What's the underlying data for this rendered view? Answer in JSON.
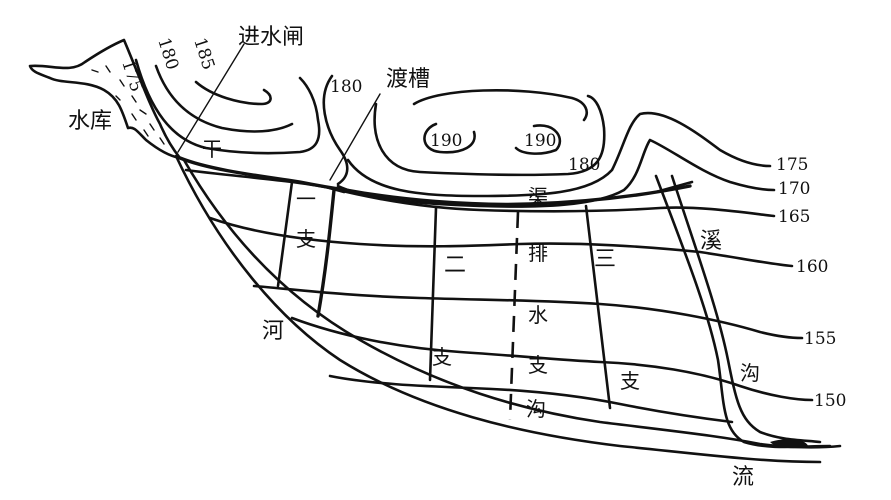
{
  "labels": {
    "reservoir": "水库",
    "intake_gate": "进水闸",
    "aqueduct": "渡槽",
    "main_canal_char1": "干",
    "main_canal_char2": "渠",
    "branch1_char1": "一",
    "branch1_char2": "支",
    "branch2_char1": "二",
    "branch2_char2": "支",
    "branch3_char1": "三",
    "branch3_char2": "支",
    "drain_char1": "排",
    "drain_char2": "水",
    "drain_char3": "支",
    "drain_char4": "沟",
    "stream_char1": "溪",
    "stream_char2": "沟",
    "river_char1": "河",
    "river_char2": "流"
  },
  "contours": {
    "c175_top": "175",
    "c180_top": "180",
    "c185_top": "185",
    "c180_mid": "180",
    "c190_left": "190",
    "c190_right": "190",
    "c180_peak": "180",
    "c175_right": "175",
    "c170_right": "170",
    "c165_right": "165",
    "c160_right": "160",
    "c155_right": "155",
    "c150_right": "150"
  },
  "colors": {
    "ink": "#111111",
    "background": "#ffffff"
  }
}
